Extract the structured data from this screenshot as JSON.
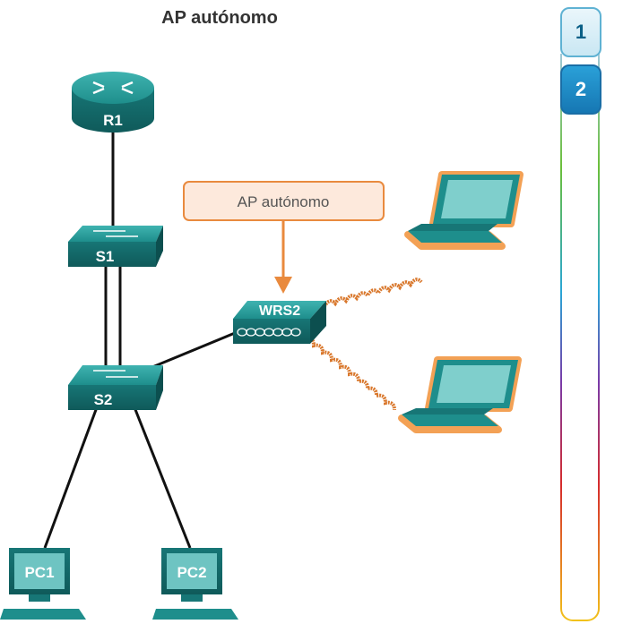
{
  "title": "AP autónomo",
  "devices": {
    "router": "R1",
    "switch1": "S1",
    "switch2": "S2",
    "wireless_router": "WRS2",
    "pc1": "PC1",
    "pc2": "PC2"
  },
  "callout": "AP autónomo",
  "steps": [
    "1",
    "2"
  ],
  "colors": {
    "device_teal": "#1d8a8a",
    "callout_border": "#e98a3e",
    "callout_fill": "#fde9dc",
    "wireless_coil": "#d9782d",
    "active_step": "#1a86c6"
  }
}
